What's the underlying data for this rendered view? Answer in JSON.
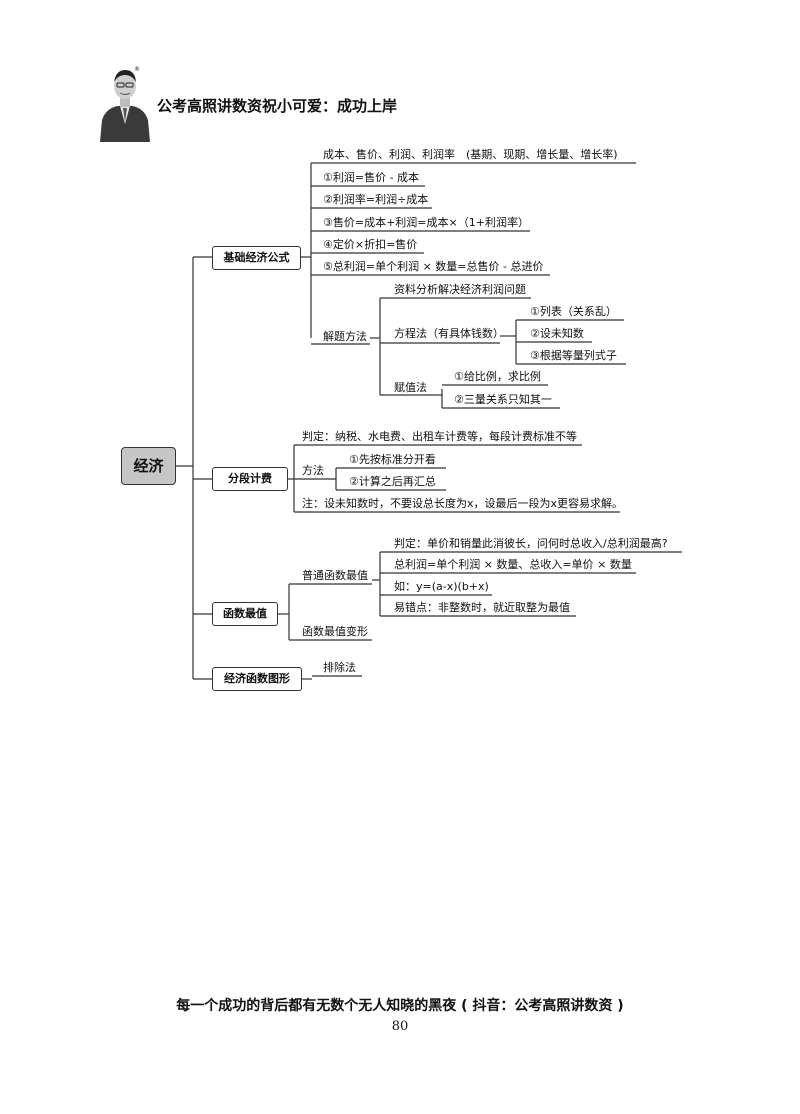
{
  "header": {
    "slogan": "公考高照讲数资祝小可爱：成功上岸",
    "registered_mark": "®"
  },
  "root": "经济",
  "branches": {
    "basic": {
      "label": "基础经济公式",
      "top_note": "成本、售价、利润、利润率　(基期、现期、增长量、增长率)",
      "f1": "①利润=售价 - 成本",
      "f2": "②利润率=利润÷成本",
      "f3": "③售价=成本+利润=成本×（1+利润率）",
      "f4": "④定价×折扣=售价",
      "f5": "⑤总利润=单个利润 × 数量=总售价 - 总进价",
      "method": {
        "label": "解题方法",
        "tool": "资料分析解决经济利润问题",
        "equation": {
          "label": "方程法（有具体钱数）",
          "s1": "①列表（关系乱）",
          "s2": "②设未知数",
          "s3": "③根据等量列式子"
        },
        "assign": {
          "label": "赋值法",
          "s1": "①给比例，求比例",
          "s2": "②三量关系只知其一"
        }
      }
    },
    "piecewise": {
      "label": "分段计费",
      "judge": "判定：纳税、水电费、出租车计费等，每段计费标准不等",
      "method": {
        "label": "方法",
        "s1": "①先按标准分开看",
        "s2": "②计算之后再汇总"
      },
      "note": "注：设未知数时，不要设总长度为x，设最后一段为x更容易求解。"
    },
    "extremum": {
      "label": "函数最值",
      "normal": {
        "label": "普通函数最值",
        "judge": "判定：单价和销量此消彼长，问何时总收入/总利润最高?",
        "formula": "总利润=单个利润 × 数量、总收入=单价 × 数量",
        "example": "如：y=(a-x)(b+x)",
        "pitfall": "易错点：非整数时，就近取整为最值"
      },
      "variant": "函数最值变形"
    },
    "graph": {
      "label": "经济函数图形",
      "method": "排除法"
    }
  },
  "footer": {
    "text": "每一个成功的背后都有无数个无人知晓的黑夜 ( 抖音：公考高照讲数资 )",
    "page_number": "80"
  }
}
